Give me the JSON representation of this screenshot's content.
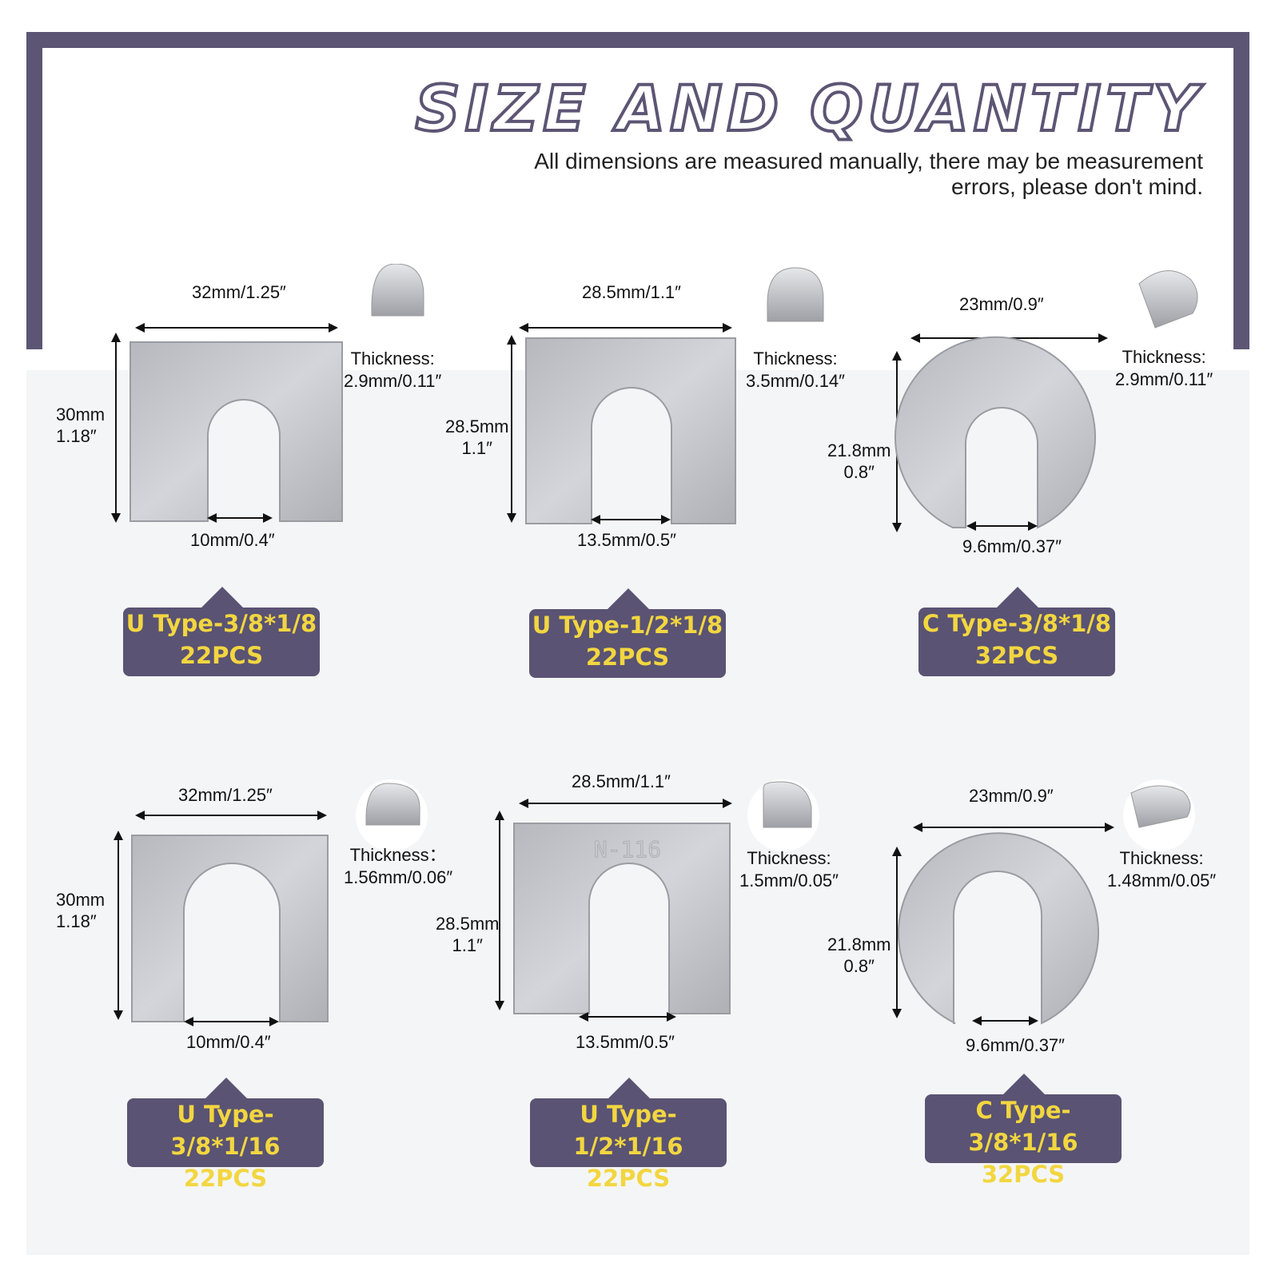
{
  "header": {
    "title": "SIZE AND QUANTITY",
    "subtitle_line1": "All dimensions are measured manually, there may be measurement",
    "subtitle_line2": "errors, please don't mind."
  },
  "thickness_label": "Thickness:",
  "thickness_label_alt": "Thickness：",
  "products": [
    {
      "top_width": "32mm/1.25″",
      "height_mm": "30mm",
      "height_in": "1.18″",
      "opening": "10mm/0.4″",
      "thickness": "2.9mm/0.11″",
      "type": "U Type-3/8*1/8",
      "qty": "22PCS"
    },
    {
      "top_width": "28.5mm/1.1″",
      "height_mm": "28.5mm",
      "height_in": "1.1″",
      "opening": "13.5mm/0.5″",
      "thickness": "3.5mm/0.14″",
      "type": "U Type-1/2*1/8",
      "qty": "22PCS"
    },
    {
      "top_width": "23mm/0.9″",
      "height_mm": "21.8mm",
      "height_in": "0.8″",
      "opening": "9.6mm/0.37″",
      "thickness": "2.9mm/0.11″",
      "type": "C Type-3/8*1/8",
      "qty": "32PCS"
    },
    {
      "top_width": "32mm/1.25″",
      "height_mm": "30mm",
      "height_in": "1.18″",
      "opening": "10mm/0.4″",
      "thickness": "1.56mm/0.06″",
      "type": "U Type-3/8*1/16",
      "qty": "22PCS"
    },
    {
      "top_width": "28.5mm/1.1″",
      "height_mm": "28.5mm",
      "height_in": "1.1″",
      "opening": "13.5mm/0.5″",
      "thickness": "1.5mm/0.05″",
      "type": "U Type-1/2*1/16",
      "qty": "22PCS",
      "stamp": "N-116"
    },
    {
      "top_width": "23mm/0.9″",
      "height_mm": "21.8mm",
      "height_in": "0.8″",
      "opening": "9.6mm/0.37″",
      "thickness": "1.48mm/0.05″",
      "type": "C Type-3/8*1/16",
      "qty": "32PCS"
    }
  ],
  "colors": {
    "frame": "#5c5574",
    "tag_bg": "#5a5373",
    "tag_text": "#f2d640",
    "metal": "#c4c6cc"
  }
}
